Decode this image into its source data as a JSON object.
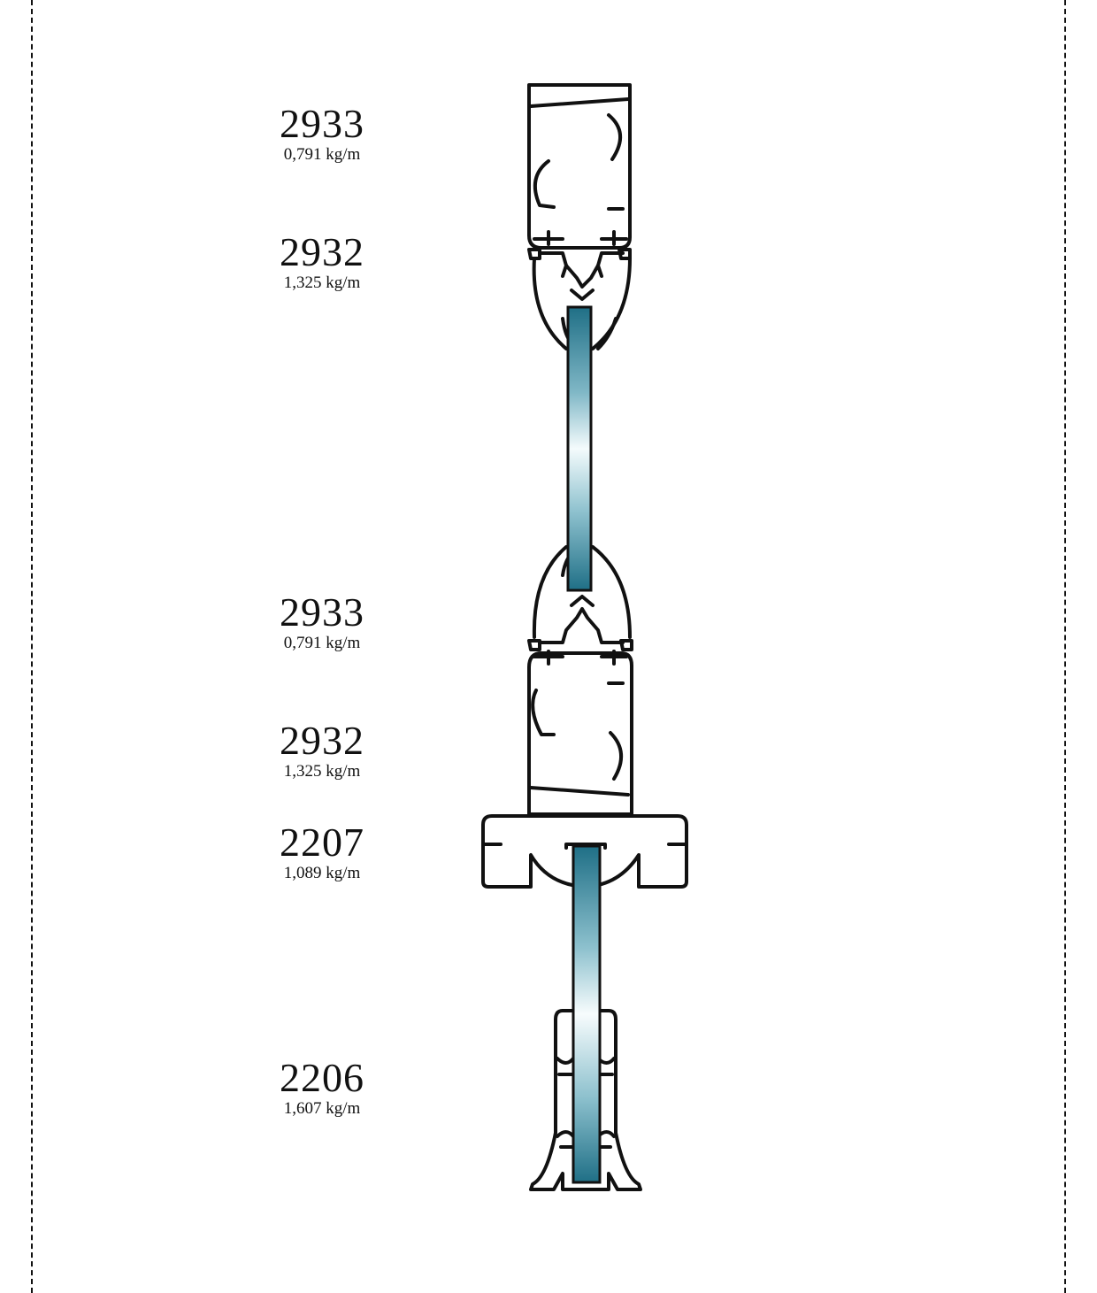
{
  "profiles": [
    {
      "code": "2933",
      "weight": "0,791 kg/m"
    },
    {
      "code": "2932",
      "weight": "1,325 kg/m"
    },
    {
      "code": "2933",
      "weight": "0,791 kg/m"
    },
    {
      "code": "2932",
      "weight": "1,325 kg/m"
    },
    {
      "code": "2207",
      "weight": "1,089 kg/m"
    },
    {
      "code": "2206",
      "weight": "1,607 kg/m"
    }
  ],
  "colors": {
    "line": "#111111",
    "glass_dark": "#2b7f96",
    "glass_light": "#f4fbfc"
  }
}
